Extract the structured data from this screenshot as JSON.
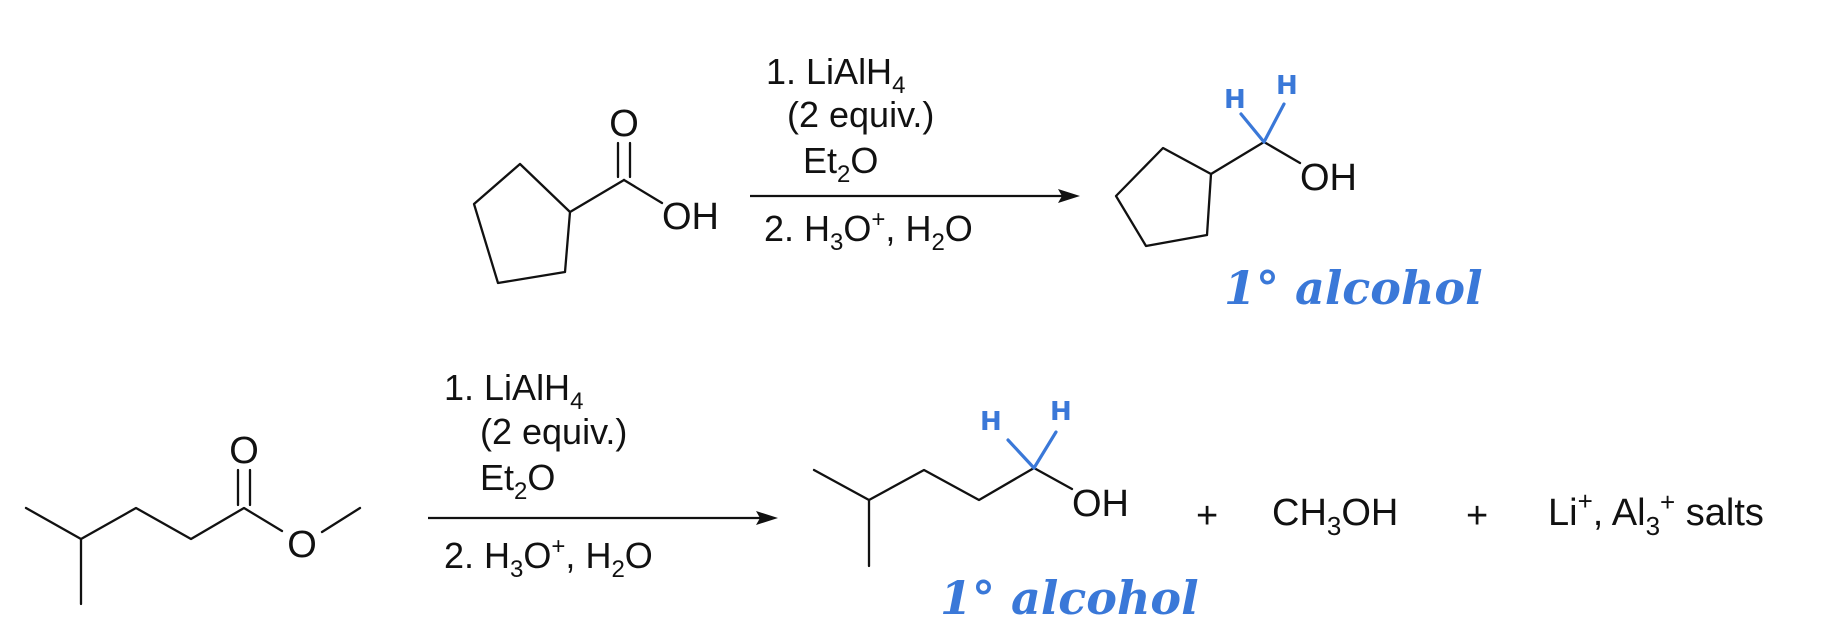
{
  "colors": {
    "ink": "#3a78d8",
    "structure": "#111111",
    "background": "#ffffff"
  },
  "reaction1": {
    "reactant": {
      "carbonyl_O": "O",
      "hydroxyl": "OH"
    },
    "conditions": {
      "step1_num": "1. ",
      "step1_reagent": "LiAlH",
      "step1_reagent_sub": "4",
      "step1_equiv": "(2 equiv.)",
      "solvent": "Et",
      "solvent_sub": "2",
      "solvent_end": "O",
      "step2_num": "2. ",
      "step2_a": "H",
      "step2_a_sub": "3",
      "step2_a_main": "O",
      "step2_a_sup": "+",
      "step2_sep": ", ",
      "step2_b": "H",
      "step2_b_sub": "2",
      "step2_b_end": "O"
    },
    "product": {
      "hydroxyl": "OH",
      "note_h1": "H",
      "note_h2": "H",
      "note_label": "1° alcohol"
    }
  },
  "reaction2": {
    "reactant": {
      "carbonyl_O": "O",
      "ester_O": "O"
    },
    "conditions": {
      "step1_num": "1. ",
      "step1_reagent": "LiAlH",
      "step1_reagent_sub": "4",
      "step1_equiv": "(2 equiv.)",
      "solvent": "Et",
      "solvent_sub": "2",
      "solvent_end": "O",
      "step2_num": "2. ",
      "step2_a": "H",
      "step2_a_sub": "3",
      "step2_a_main": "O",
      "step2_a_sup": "+",
      "step2_sep": ", ",
      "step2_b": "H",
      "step2_b_sub": "2",
      "step2_b_end": "O"
    },
    "product": {
      "hydroxyl": "OH",
      "note_h1": "H",
      "note_h2": "H",
      "note_label": "1° alcohol"
    },
    "plus1": "+",
    "methanol_a": "CH",
    "methanol_sub": "3",
    "methanol_b": "OH",
    "plus2": "+",
    "salts_li": "Li",
    "salts_li_sup": "+",
    "salts_sep": ", Al",
    "salts_al_sub": "3",
    "salts_al_sup": "+",
    "salts_end": " salts"
  }
}
